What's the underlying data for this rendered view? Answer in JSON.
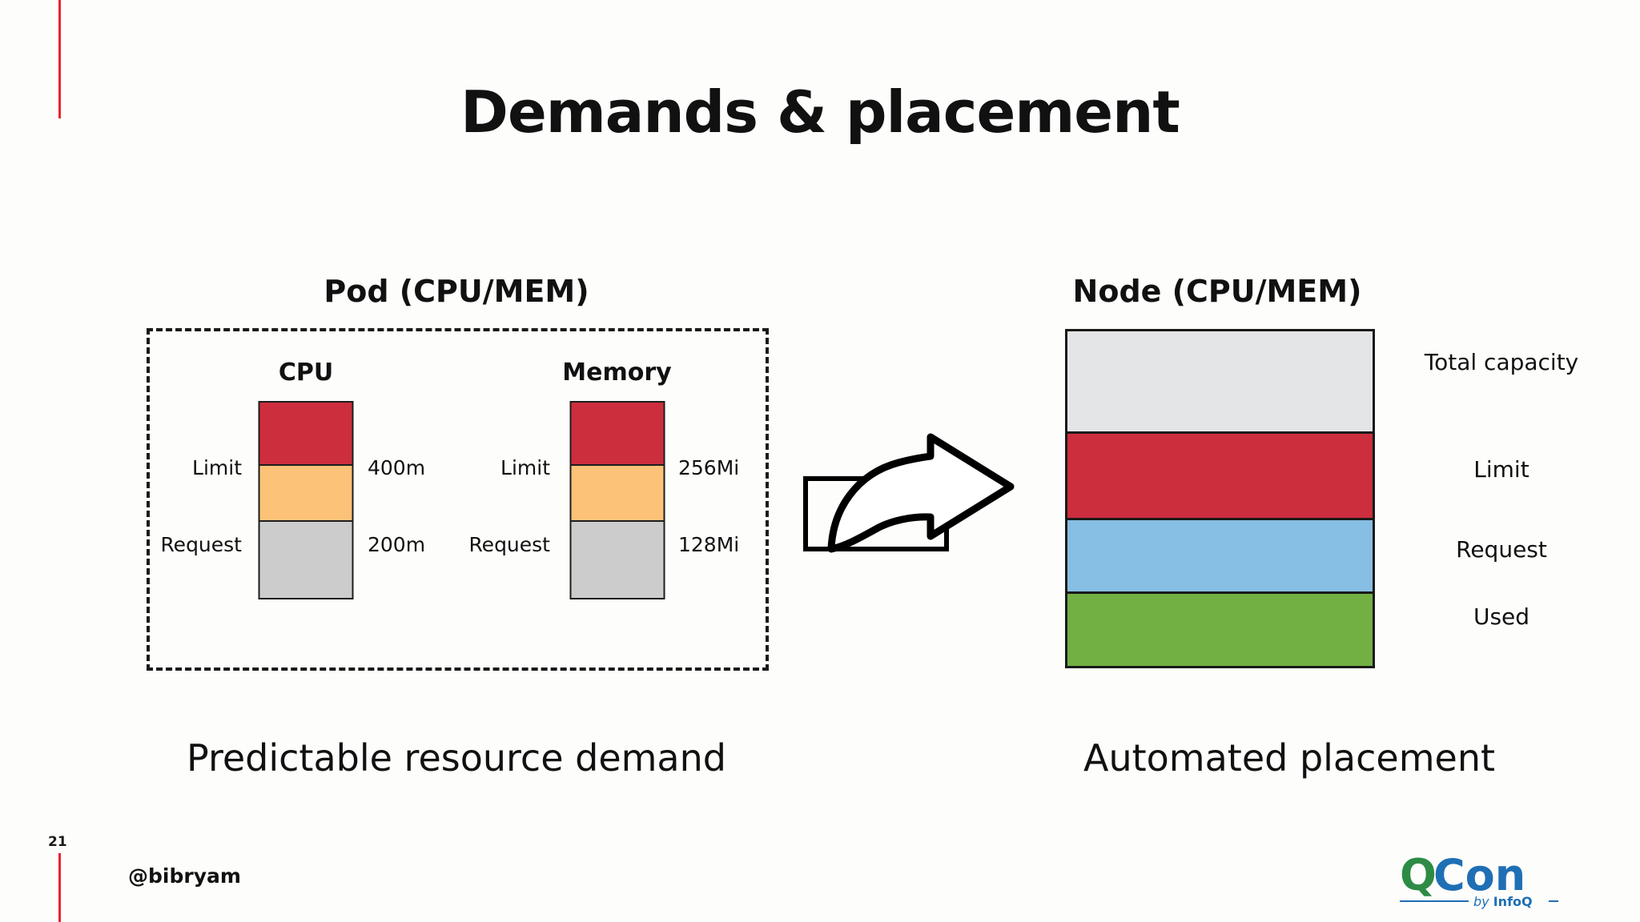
{
  "title": "Demands & placement",
  "pod": {
    "heading": "Pod (CPU/MEM)",
    "bars": [
      {
        "name": "CPU",
        "limit_label": "Limit",
        "limit_value": "400m",
        "request_label": "Request",
        "request_value": "200m"
      },
      {
        "name": "Memory",
        "limit_label": "Limit",
        "limit_value": "256Mi",
        "request_label": "Request",
        "request_value": "128Mi"
      }
    ],
    "caption": "Predictable resource demand"
  },
  "node": {
    "heading": "Node (CPU/MEM)",
    "bands": [
      {
        "label": "Total capacity",
        "color": "#e4e5e6"
      },
      {
        "label": "Limit",
        "color": "#cc2e3e"
      },
      {
        "label": "Request",
        "color": "#87bee3"
      },
      {
        "label": "Used",
        "color": "#72b043"
      }
    ],
    "caption": "Automated placement"
  },
  "arrow": {
    "icon": "curved-share-arrow-icon"
  },
  "footer": {
    "slide_number": "21",
    "handle": "@bibryam"
  },
  "logo": {
    "q_text": "Q",
    "con_text": "Con",
    "tagline_by": "by ",
    "tagline_info": "InfoQ",
    "q_color": "#2e8b45",
    "con_color": "#1f6fb5"
  },
  "colors": {
    "accent_rule": "#e8232f",
    "limit_red": "#cc2e3e",
    "mid_orange": "#fcc277",
    "base_gray": "#cccccc",
    "background": "#fdfdfb"
  }
}
